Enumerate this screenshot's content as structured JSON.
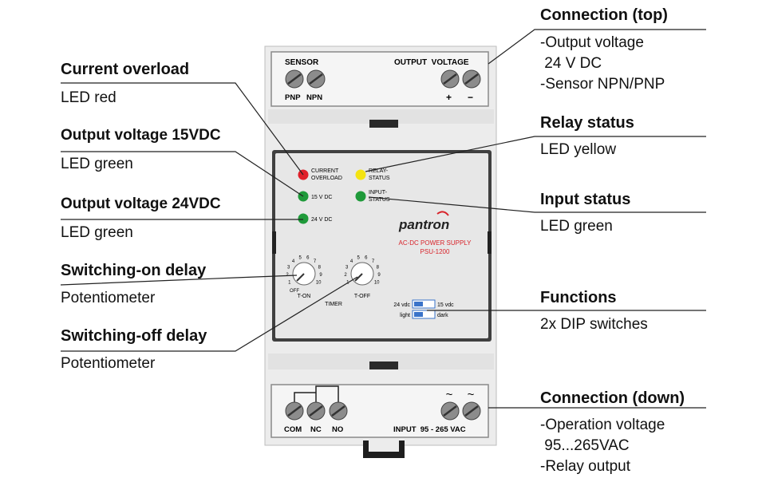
{
  "callouts": {
    "current_overload": {
      "title": "Current overload",
      "desc": "LED red"
    },
    "output_15": {
      "title": "Output voltage 15VDC",
      "desc": "LED green"
    },
    "output_24": {
      "title": "Output voltage 24VDC",
      "desc": "LED green"
    },
    "switch_on": {
      "title": "Switching-on delay",
      "desc": "Potentiometer"
    },
    "switch_off": {
      "title": "Switching-off delay",
      "desc": "Potentiometer"
    },
    "connection_top": {
      "title": "Connection (top)",
      "lines": [
        "-Output voltage",
        " 24 V DC",
        "-Sensor NPN/PNP"
      ]
    },
    "relay_status": {
      "title": "Relay status",
      "desc": "LED yellow"
    },
    "input_status": {
      "title": "Input status",
      "desc": "LED green"
    },
    "functions": {
      "title": "Functions",
      "desc": "2x DIP switches"
    },
    "connection_down": {
      "title": "Connection (down)",
      "lines": [
        "-Operation voltage",
        " 95...265VAC",
        "-Relay output"
      ]
    }
  },
  "device": {
    "top_terminals": {
      "sensor": "SENSOR",
      "output_voltage": "OUTPUT  VOLTAGE",
      "pnp": "PNP",
      "npn": "NPN",
      "plus": "+",
      "minus": "−"
    },
    "leds": {
      "current_overload": "CURRENT OVERLOAD",
      "relay_status": "RELAY-STATUS",
      "v15": "15 V DC",
      "input_status": "INPUT-STATUS",
      "v24": "24 V DC"
    },
    "brand": "pantron",
    "product_line1": "AC-DC POWER SUPPLY",
    "product_line2": "PSU-1200",
    "pots": {
      "t_on": "T-ON",
      "t_off": "T-OFF",
      "timer": "TIMER",
      "off": "OFF",
      "scale": [
        "1",
        "2",
        "3",
        "4",
        "5",
        "6",
        "7",
        "8",
        "9",
        "10"
      ]
    },
    "dip": {
      "a_left": "24 vdc",
      "a_right": "15 vdc",
      "b_left": "light",
      "b_right": "dark"
    },
    "bottom_terminals": {
      "com": "COM",
      "nc": "NC",
      "no": "NO",
      "input": "INPUT  95 - 265 VAC",
      "tilde": "~"
    },
    "colors": {
      "red": "#e0202a",
      "yellow": "#f4e312",
      "green": "#1f9a3a",
      "brand_red": "#d8232a",
      "dip_blue": "#3a73c9"
    }
  }
}
